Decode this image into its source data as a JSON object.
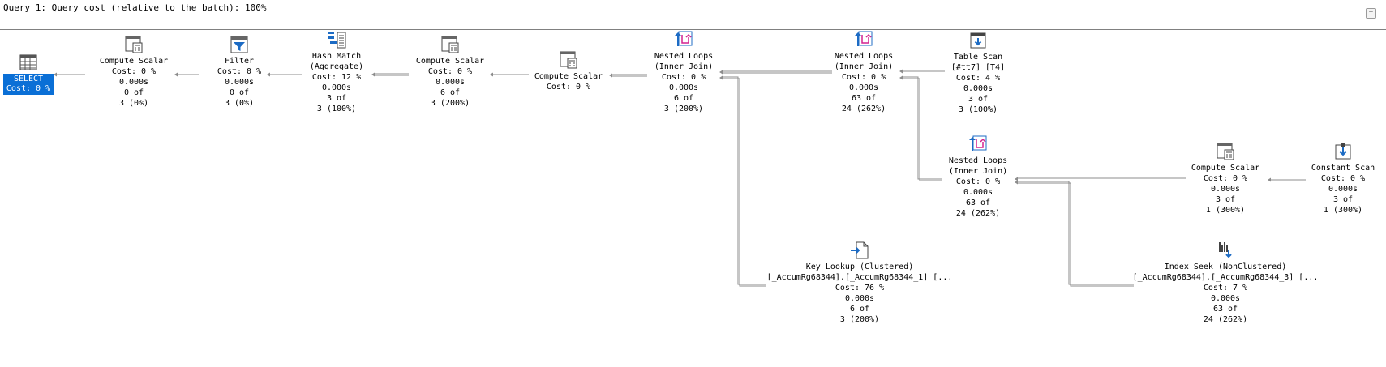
{
  "header": {
    "title": "Query 1: Query cost (relative to the batch): 100%",
    "collapse_label": "−"
  },
  "colors": {
    "selection": "#0a6fd6",
    "icon_blue": "#1c6bc4",
    "icon_magenta": "#d4238f"
  },
  "nodes": [
    {
      "id": "select",
      "icon": "table-grid-icon",
      "lines": [
        "SELECT",
        "Cost: 0 %"
      ]
    },
    {
      "id": "compute_scalar_1",
      "icon": "compute-scalar-icon",
      "lines": [
        "Compute Scalar",
        "Cost: 0 %",
        "0.000s",
        "0 of",
        "3 (0%)"
      ]
    },
    {
      "id": "filter",
      "icon": "filter-funnel-icon",
      "lines": [
        "Filter",
        "Cost: 0 %",
        "0.000s",
        "0 of",
        "3 (0%)"
      ]
    },
    {
      "id": "hash_match",
      "icon": "hash-match-icon",
      "lines": [
        "Hash Match",
        "(Aggregate)",
        "Cost: 12 %",
        "0.000s",
        "3 of",
        "3 (100%)"
      ]
    },
    {
      "id": "compute_scalar_2",
      "icon": "compute-scalar-icon",
      "lines": [
        "Compute Scalar",
        "Cost: 0 %",
        "0.000s",
        "6 of",
        "3 (200%)"
      ]
    },
    {
      "id": "compute_scalar_3",
      "icon": "compute-scalar-icon",
      "lines": [
        "Compute Scalar",
        "Cost: 0 %"
      ]
    },
    {
      "id": "nested_loops_1",
      "icon": "nested-loops-icon",
      "lines": [
        "Nested Loops",
        "(Inner Join)",
        "Cost: 0 %",
        "0.000s",
        "6 of",
        "3 (200%)"
      ]
    },
    {
      "id": "nested_loops_2",
      "icon": "nested-loops-icon",
      "lines": [
        "Nested Loops",
        "(Inner Join)",
        "Cost: 0 %",
        "0.000s",
        "63 of",
        "24 (262%)"
      ]
    },
    {
      "id": "table_scan",
      "icon": "table-scan-icon",
      "lines": [
        "Table Scan",
        "[#tt7] [T4]",
        "Cost: 4 %",
        "0.000s",
        "3 of",
        "3 (100%)"
      ]
    },
    {
      "id": "nested_loops_3",
      "icon": "nested-loops-icon",
      "lines": [
        "Nested Loops",
        "(Inner Join)",
        "Cost: 0 %",
        "0.000s",
        "63 of",
        "24 (262%)"
      ]
    },
    {
      "id": "compute_scalar_4",
      "icon": "compute-scalar-icon",
      "lines": [
        "Compute Scalar",
        "Cost: 0 %",
        "0.000s",
        "3 of",
        "1 (300%)"
      ]
    },
    {
      "id": "constant_scan",
      "icon": "constant-scan-icon",
      "lines": [
        "Constant Scan",
        "Cost: 0 %",
        "0.000s",
        "3 of",
        "1 (300%)"
      ]
    },
    {
      "id": "key_lookup",
      "icon": "key-lookup-icon",
      "lines": [
        "Key Lookup (Clustered)",
        "[_AccumRg68344].[_AccumRg68344_1] [...",
        "Cost: 76 %",
        "0.000s",
        "6 of",
        "3 (200%)"
      ]
    },
    {
      "id": "index_seek",
      "icon": "index-seek-icon",
      "lines": [
        "Index Seek (NonClustered)",
        "[_AccumRg68344].[_AccumRg68344_3] [...",
        "Cost: 7 %",
        "0.000s",
        "63 of",
        "24 (262%)"
      ]
    }
  ]
}
